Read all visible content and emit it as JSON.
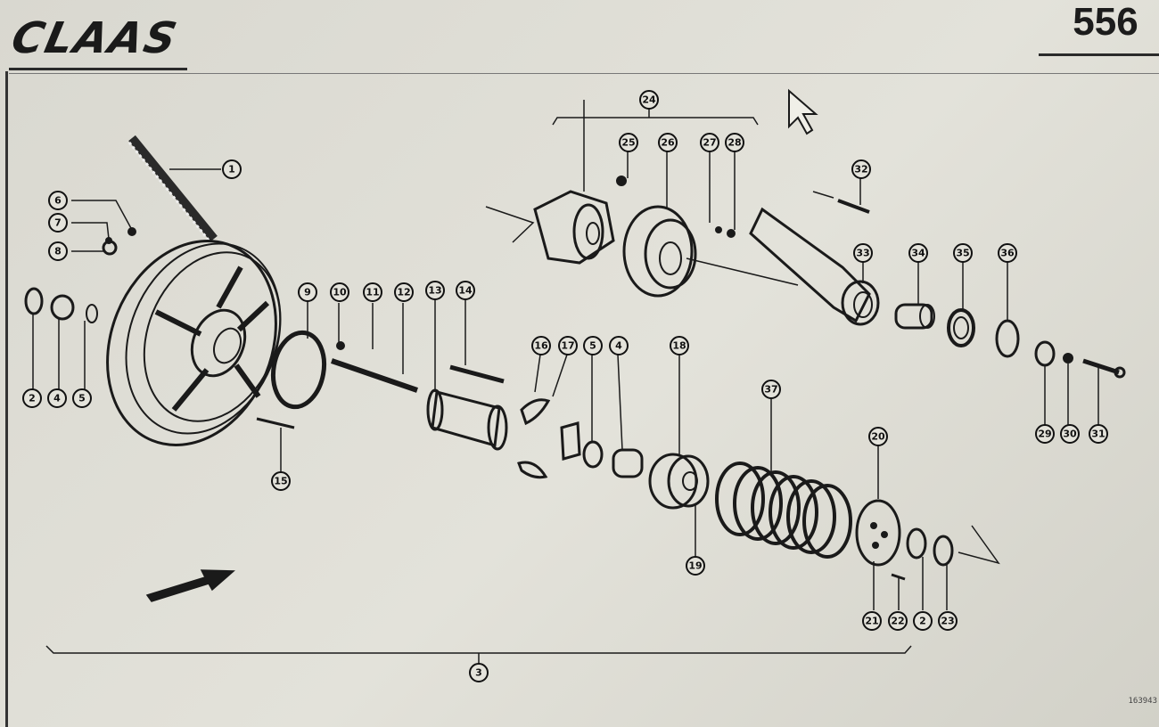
{
  "header": {
    "brand": "CLAAS",
    "page_number": "556"
  },
  "footer": {
    "reference_code": "163943"
  },
  "callouts": [
    {
      "id": "c-1",
      "label": "1"
    },
    {
      "id": "c-6",
      "label": "6"
    },
    {
      "id": "c-7",
      "label": "7"
    },
    {
      "id": "c-8a",
      "label": "8"
    },
    {
      "id": "c-2a",
      "label": "2"
    },
    {
      "id": "c-4a",
      "label": "4"
    },
    {
      "id": "c-5a",
      "label": "5"
    },
    {
      "id": "c-9",
      "label": "9"
    },
    {
      "id": "c-10",
      "label": "10"
    },
    {
      "id": "c-11",
      "label": "11"
    },
    {
      "id": "c-12",
      "label": "12"
    },
    {
      "id": "c-13",
      "label": "13"
    },
    {
      "id": "c-14",
      "label": "14"
    },
    {
      "id": "c-15",
      "label": "15"
    },
    {
      "id": "c-16",
      "label": "16"
    },
    {
      "id": "c-17",
      "label": "17"
    },
    {
      "id": "c-5b",
      "label": "5"
    },
    {
      "id": "c-4b",
      "label": "4"
    },
    {
      "id": "c-18",
      "label": "18"
    },
    {
      "id": "c-19",
      "label": "19"
    },
    {
      "id": "c-37",
      "label": "37"
    },
    {
      "id": "c-20",
      "label": "20"
    },
    {
      "id": "c-21",
      "label": "21"
    },
    {
      "id": "c-22",
      "label": "22"
    },
    {
      "id": "c-2b",
      "label": "2"
    },
    {
      "id": "c-23",
      "label": "23"
    },
    {
      "id": "c-3",
      "label": "3"
    },
    {
      "id": "c-24",
      "label": "24"
    },
    {
      "id": "c-25",
      "label": "25"
    },
    {
      "id": "c-26",
      "label": "26"
    },
    {
      "id": "c-27",
      "label": "27"
    },
    {
      "id": "c-28",
      "label": "28"
    },
    {
      "id": "c-32",
      "label": "32"
    },
    {
      "id": "c-33",
      "label": "33"
    },
    {
      "id": "c-34",
      "label": "34"
    },
    {
      "id": "c-35",
      "label": "35"
    },
    {
      "id": "c-36",
      "label": "36"
    },
    {
      "id": "c-29",
      "label": "29"
    },
    {
      "id": "c-30",
      "label": "30"
    },
    {
      "id": "c-31",
      "label": "31"
    }
  ]
}
